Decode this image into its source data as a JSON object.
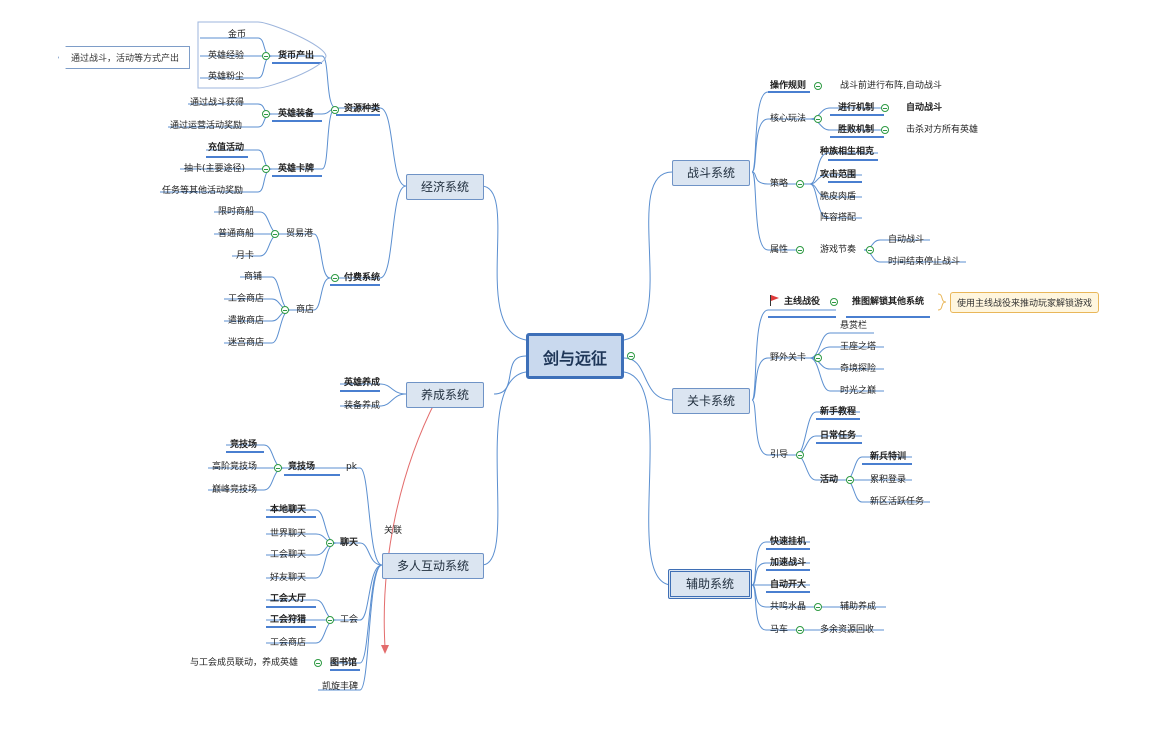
{
  "center": "剑与远征",
  "economy": {
    "title": "经济系统",
    "resource": "资源种类",
    "currency": "货币产出",
    "currency_items": [
      "金币",
      "英雄经验",
      "英雄粉尘"
    ],
    "currency_note": "通过战斗，活动等方式产出",
    "equipment": "英雄装备",
    "equipment_items": [
      "通过战斗获得",
      "通过运营活动奖励"
    ],
    "cards": "英雄卡牌",
    "cards_items": [
      "充值活动",
      "抽卡(主要途径)",
      "任务等其他活动奖励"
    ],
    "pay": "付费系统",
    "trade": "贸易港",
    "trade_items": [
      "限时商船",
      "普通商船",
      "月卡"
    ],
    "shop": "商店",
    "shop_items": [
      "商铺",
      "工会商店",
      "遣散商店",
      "迷宫商店"
    ]
  },
  "growth": {
    "title": "养成系统",
    "items": [
      "英雄养成",
      "装备养成"
    ]
  },
  "multi": {
    "title": "多人互动系统",
    "pk": "pk",
    "arena": "竞技场",
    "arena_items": [
      "竞技场",
      "高阶竞技场",
      "巅峰竞技场"
    ],
    "chat": "聊天",
    "chat_items": [
      "本地聊天",
      "世界聊天",
      "工会聊天",
      "好友聊天"
    ],
    "guild": "工会",
    "guild_items": [
      "工会大厅",
      "工会狩猎",
      "工会商店"
    ],
    "library": "图书馆",
    "library_note": "与工会成员联动，养成英雄",
    "monument": "凯旋丰碑",
    "relation": "关联"
  },
  "battle": {
    "title": "战斗系统",
    "ops": "操作规则",
    "ops_note": "战斗前进行布阵,自动战斗",
    "core": "核心玩法",
    "mech": "进行机制",
    "mech_note": "自动战斗",
    "win": "胜败机制",
    "win_note": "击杀对方所有英雄",
    "strategy": "策略",
    "strategy_items": [
      "种族相生相克",
      "攻击范围",
      "脆皮肉盾",
      "阵容搭配"
    ],
    "attr": "属性",
    "rhythm": "游戏节奏",
    "rhythm_items": [
      "自动战斗",
      "时间结束停止战斗"
    ]
  },
  "levels": {
    "title": "关卡系统",
    "main": "主线战役",
    "main_sub": "推图解锁其他系统",
    "main_note": "使用主线战役来推动玩家解锁游戏",
    "wild": "野外关卡",
    "wild_items": [
      "悬赏栏",
      "王座之塔",
      "奇境探险",
      "时光之巅"
    ],
    "guide": "引导",
    "guide_items": [
      "新手教程",
      "日常任务"
    ],
    "activity": "活动",
    "activity_items": [
      "新兵特训",
      "累积登录",
      "新区活跃任务"
    ]
  },
  "aux": {
    "title": "辅助系统",
    "items": [
      "快速挂机",
      "加速战斗",
      "自动开大"
    ],
    "crystal": "共鸣水晶",
    "crystal_note": "辅助养成",
    "cart": "马车",
    "cart_note": "多余资源回收"
  },
  "colors": {
    "line": "#5b8fd0",
    "topic_bg": "#dbe5f1",
    "marker": "#2e9a43",
    "relation": "#e36c6c",
    "note_bg": "#fff6de"
  }
}
